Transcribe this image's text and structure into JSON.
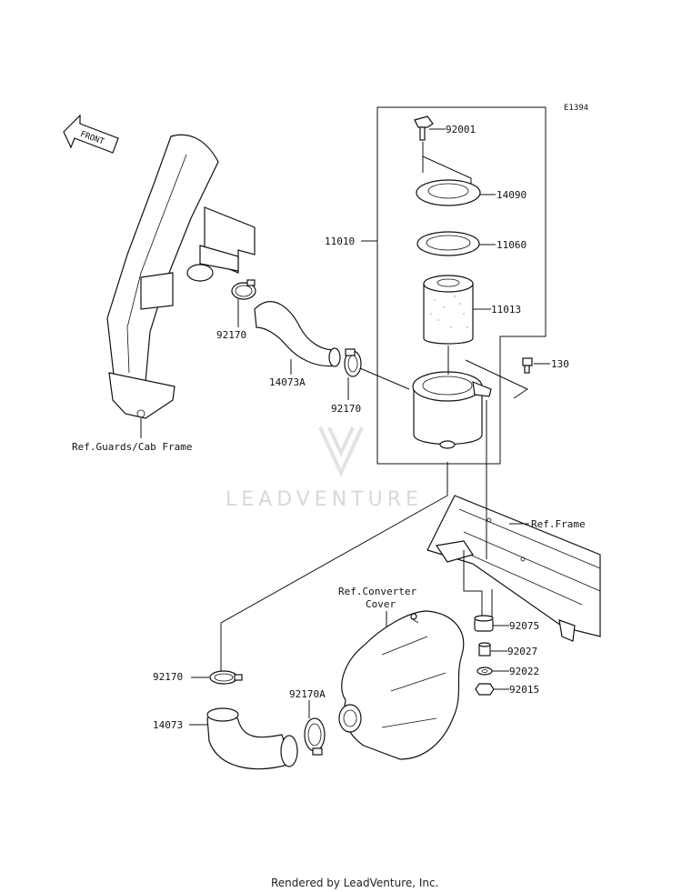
{
  "diagram_code": "E1394",
  "front_arrow_text": "FRONT",
  "watermark": "LEADVENTURE",
  "footer": "Rendered by LeadVenture, Inc.",
  "references": {
    "guards": "Ref.Guards/Cab Frame",
    "frame": "Ref.Frame",
    "converter_line1": "Ref.Converter",
    "converter_line2": "Cover"
  },
  "parts": {
    "p92001": "92001",
    "p14090": "14090",
    "p11010": "11010",
    "p11060": "11060",
    "p11013": "11013",
    "p130": "130",
    "p92170_a": "92170",
    "p14073A": "14073A",
    "p92170_b": "92170",
    "p92075": "92075",
    "p92027": "92027",
    "p92022": "92022",
    "p92015": "92015",
    "p92170_c": "92170",
    "p92170A": "92170A",
    "p14073": "14073"
  }
}
